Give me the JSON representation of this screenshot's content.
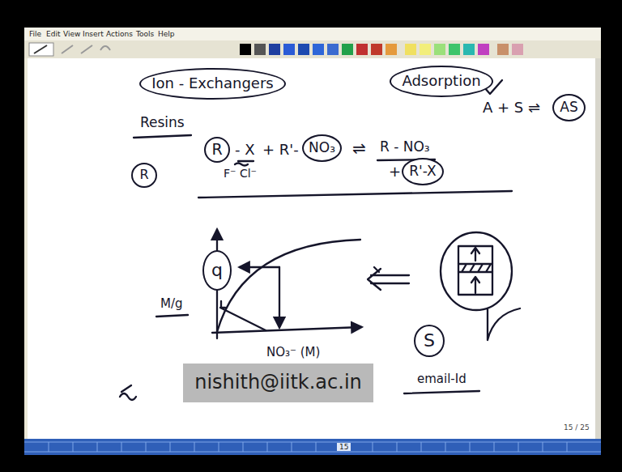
{
  "diagram": {
    "nodes": [
      {
        "text": [
          "Ion - Exchangers"
        ]
      },
      {
        "text": [
          "Adsorption"
        ]
      },
      {
        "text": [
          "AS"
        ]
      },
      {
        "text": [
          "R"
        ]
      },
      {
        "text": [
          "NO₃"
        ]
      },
      {
        "text": [
          "R'-X"
        ]
      },
      {
        "text": [
          "R"
        ]
      },
      {
        "text": [
          "q"
        ]
      },
      {
        "text": [
          "S"
        ]
      },
      {
        "text": [
          "nishith@iitk.ac.in"
        ]
      }
    ],
    "labels": [
      "File",
      "Edit",
      "View",
      "Insert",
      "Actions",
      "Tools",
      "Help",
      "A + S ⇌",
      "Resins",
      "- X",
      "+ R'-",
      "⇌",
      "R - NO₃",
      "+",
      "F⁻ Cl⁻",
      "M/g",
      "NO₃⁻ (M)",
      "email-Id",
      "15 / 25",
      "15"
    ]
  }
}
